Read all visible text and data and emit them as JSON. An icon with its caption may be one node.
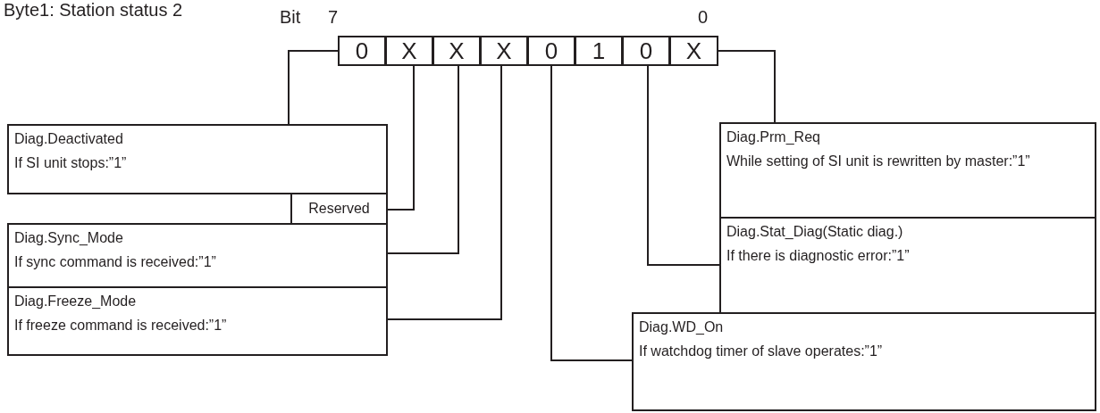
{
  "diagram": {
    "title": "Byte1: Station status 2",
    "nodes": [
      {
        "text": [
          "0"
        ]
      },
      {
        "text": [
          "X"
        ]
      },
      {
        "text": [
          "X"
        ]
      },
      {
        "text": [
          "X"
        ]
      },
      {
        "text": [
          "0"
        ]
      },
      {
        "text": [
          "1"
        ]
      },
      {
        "text": [
          "0"
        ]
      },
      {
        "text": [
          "X"
        ]
      },
      {
        "text": [
          "Diag.Deactivated",
          "If SI unit stops:”1”"
        ]
      },
      {
        "text": [
          "Reserved"
        ]
      },
      {
        "text": [
          "Diag.Sync_Mode",
          "If sync command is received:”1”"
        ]
      },
      {
        "text": [
          "Diag.Freeze_Mode",
          "If freeze command is received:”1”"
        ]
      },
      {
        "text": [
          "Diag.Prm_Req",
          "While setting of SI unit is rewritten by master:”1”"
        ]
      },
      {
        "text": [
          "Diag.Stat_Diag(Static diag.)",
          "If there is diagnostic error:”1”"
        ]
      },
      {
        "text": [
          "Diag.WD_On",
          "If watchdog timer of slave operates:”1”"
        ]
      }
    ],
    "edges": [
      {
        "from": 0,
        "to": 8,
        "arrow": "none"
      },
      {
        "from": 1,
        "to": 9,
        "arrow": "none"
      },
      {
        "from": 2,
        "to": 10,
        "arrow": "none"
      },
      {
        "from": 3,
        "to": 11,
        "arrow": "none"
      },
      {
        "from": 4,
        "to": 14,
        "arrow": "none"
      },
      {
        "from": 6,
        "to": 13,
        "arrow": "none"
      },
      {
        "from": 7,
        "to": 12,
        "arrow": "none"
      }
    ],
    "labels": [
      "Bit",
      "7",
      "0"
    ]
  }
}
